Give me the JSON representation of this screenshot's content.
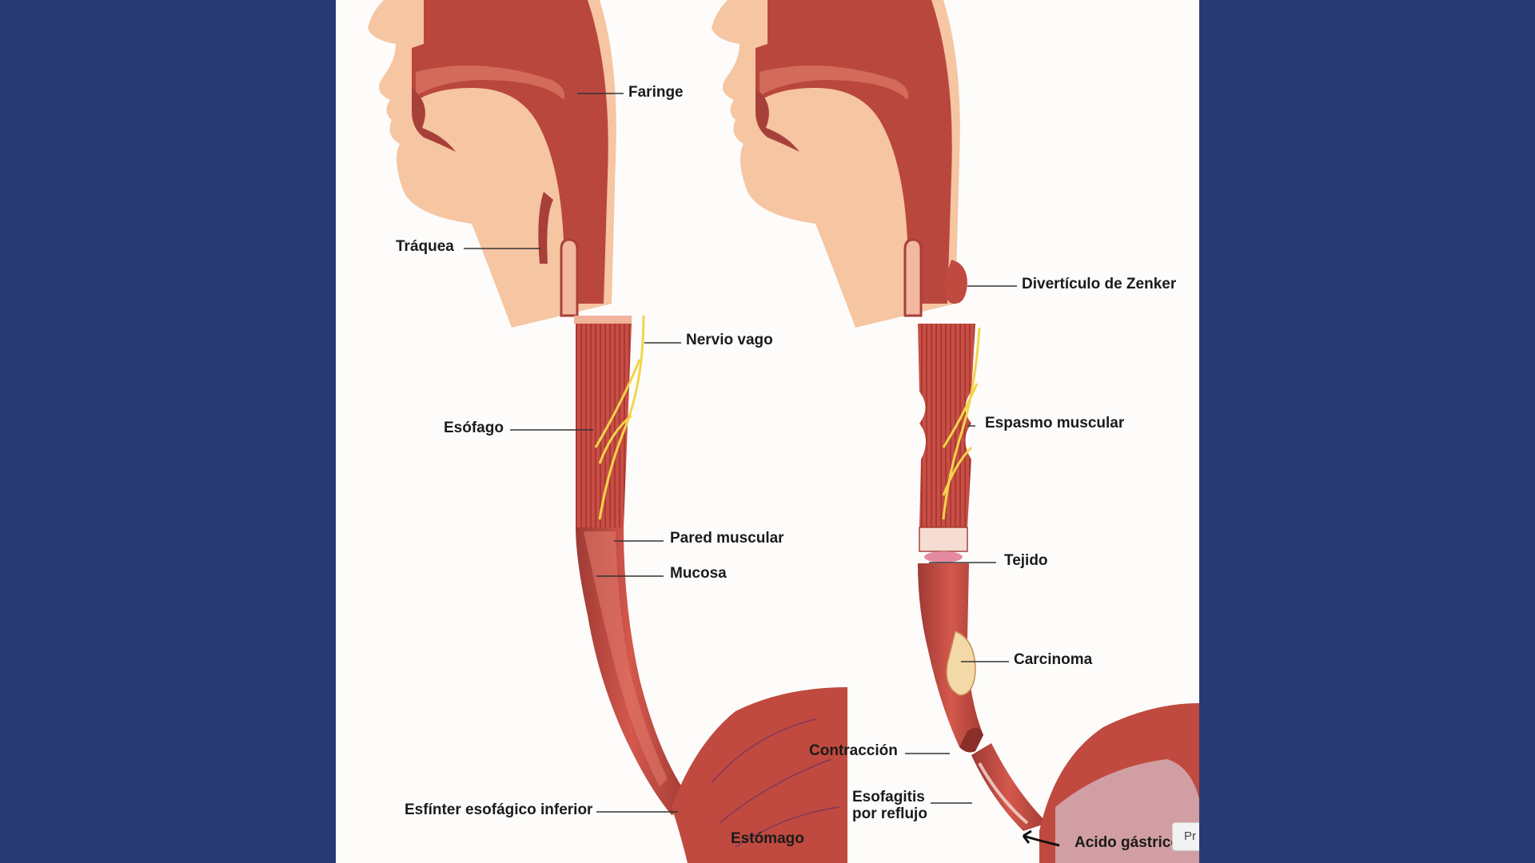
{
  "colors": {
    "background": "#283a73",
    "panel": "#fdfcfb",
    "skin": "#f6c5a1",
    "tissue": "#b9473d",
    "muscle": "#c94e45",
    "nerve": "#f3d44a"
  },
  "left_diagram": {
    "labels": {
      "faringe": "Faringe",
      "traquea": "Tráquea",
      "nervio_vago": "Nervio vago",
      "esofago": "Esófago",
      "pared_muscular": "Pared muscular",
      "mucosa": "Mucosa",
      "esfinter": "Esfínter esofágico inferior",
      "estomago": "Estómago"
    }
  },
  "right_diagram": {
    "labels": {
      "zenker": "Divertículo de Zenker",
      "espasmo": "Espasmo muscular",
      "tejido": "Tejido",
      "carcinoma": "Carcinoma",
      "contraccion": "Contracción",
      "esofagitis_1": "Esofagitis",
      "esofagitis_2": "por reflujo",
      "acido": "Acido gástrico"
    }
  },
  "corner_chip": {
    "label": "Pr"
  }
}
